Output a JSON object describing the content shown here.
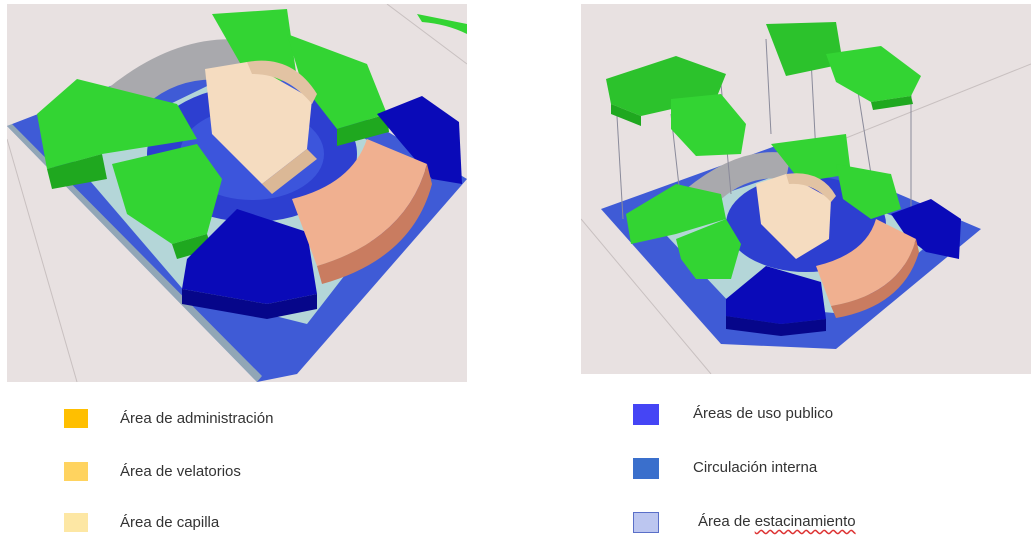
{
  "colors": {
    "green": "#33d433",
    "green_dark": "#1fa81f",
    "blue": "#0a0ab8",
    "blue_floor": "#3f5bd6",
    "peach": "#f0b090",
    "peach_dark": "#c97c60",
    "cream": "#f5dcc0",
    "gray": "#a9a9ad",
    "light_blue": "#b4d6d8"
  },
  "legend_left": [
    {
      "label": "Área de administración",
      "color": "#ffbf00"
    },
    {
      "label": "Área de velatorios",
      "color": "#ffd35f"
    },
    {
      "label": "Área de capilla",
      "color": "#fde7a4"
    }
  ],
  "legend_right": [
    {
      "label": "Áreas de uso publico",
      "color": "#4545f5"
    },
    {
      "label": "Circulación interna",
      "color": "#3a6fcc"
    },
    {
      "label_prefix": "Área de ",
      "label_misspelled": "estacinamiento",
      "color": "#bcc6f0"
    }
  ]
}
